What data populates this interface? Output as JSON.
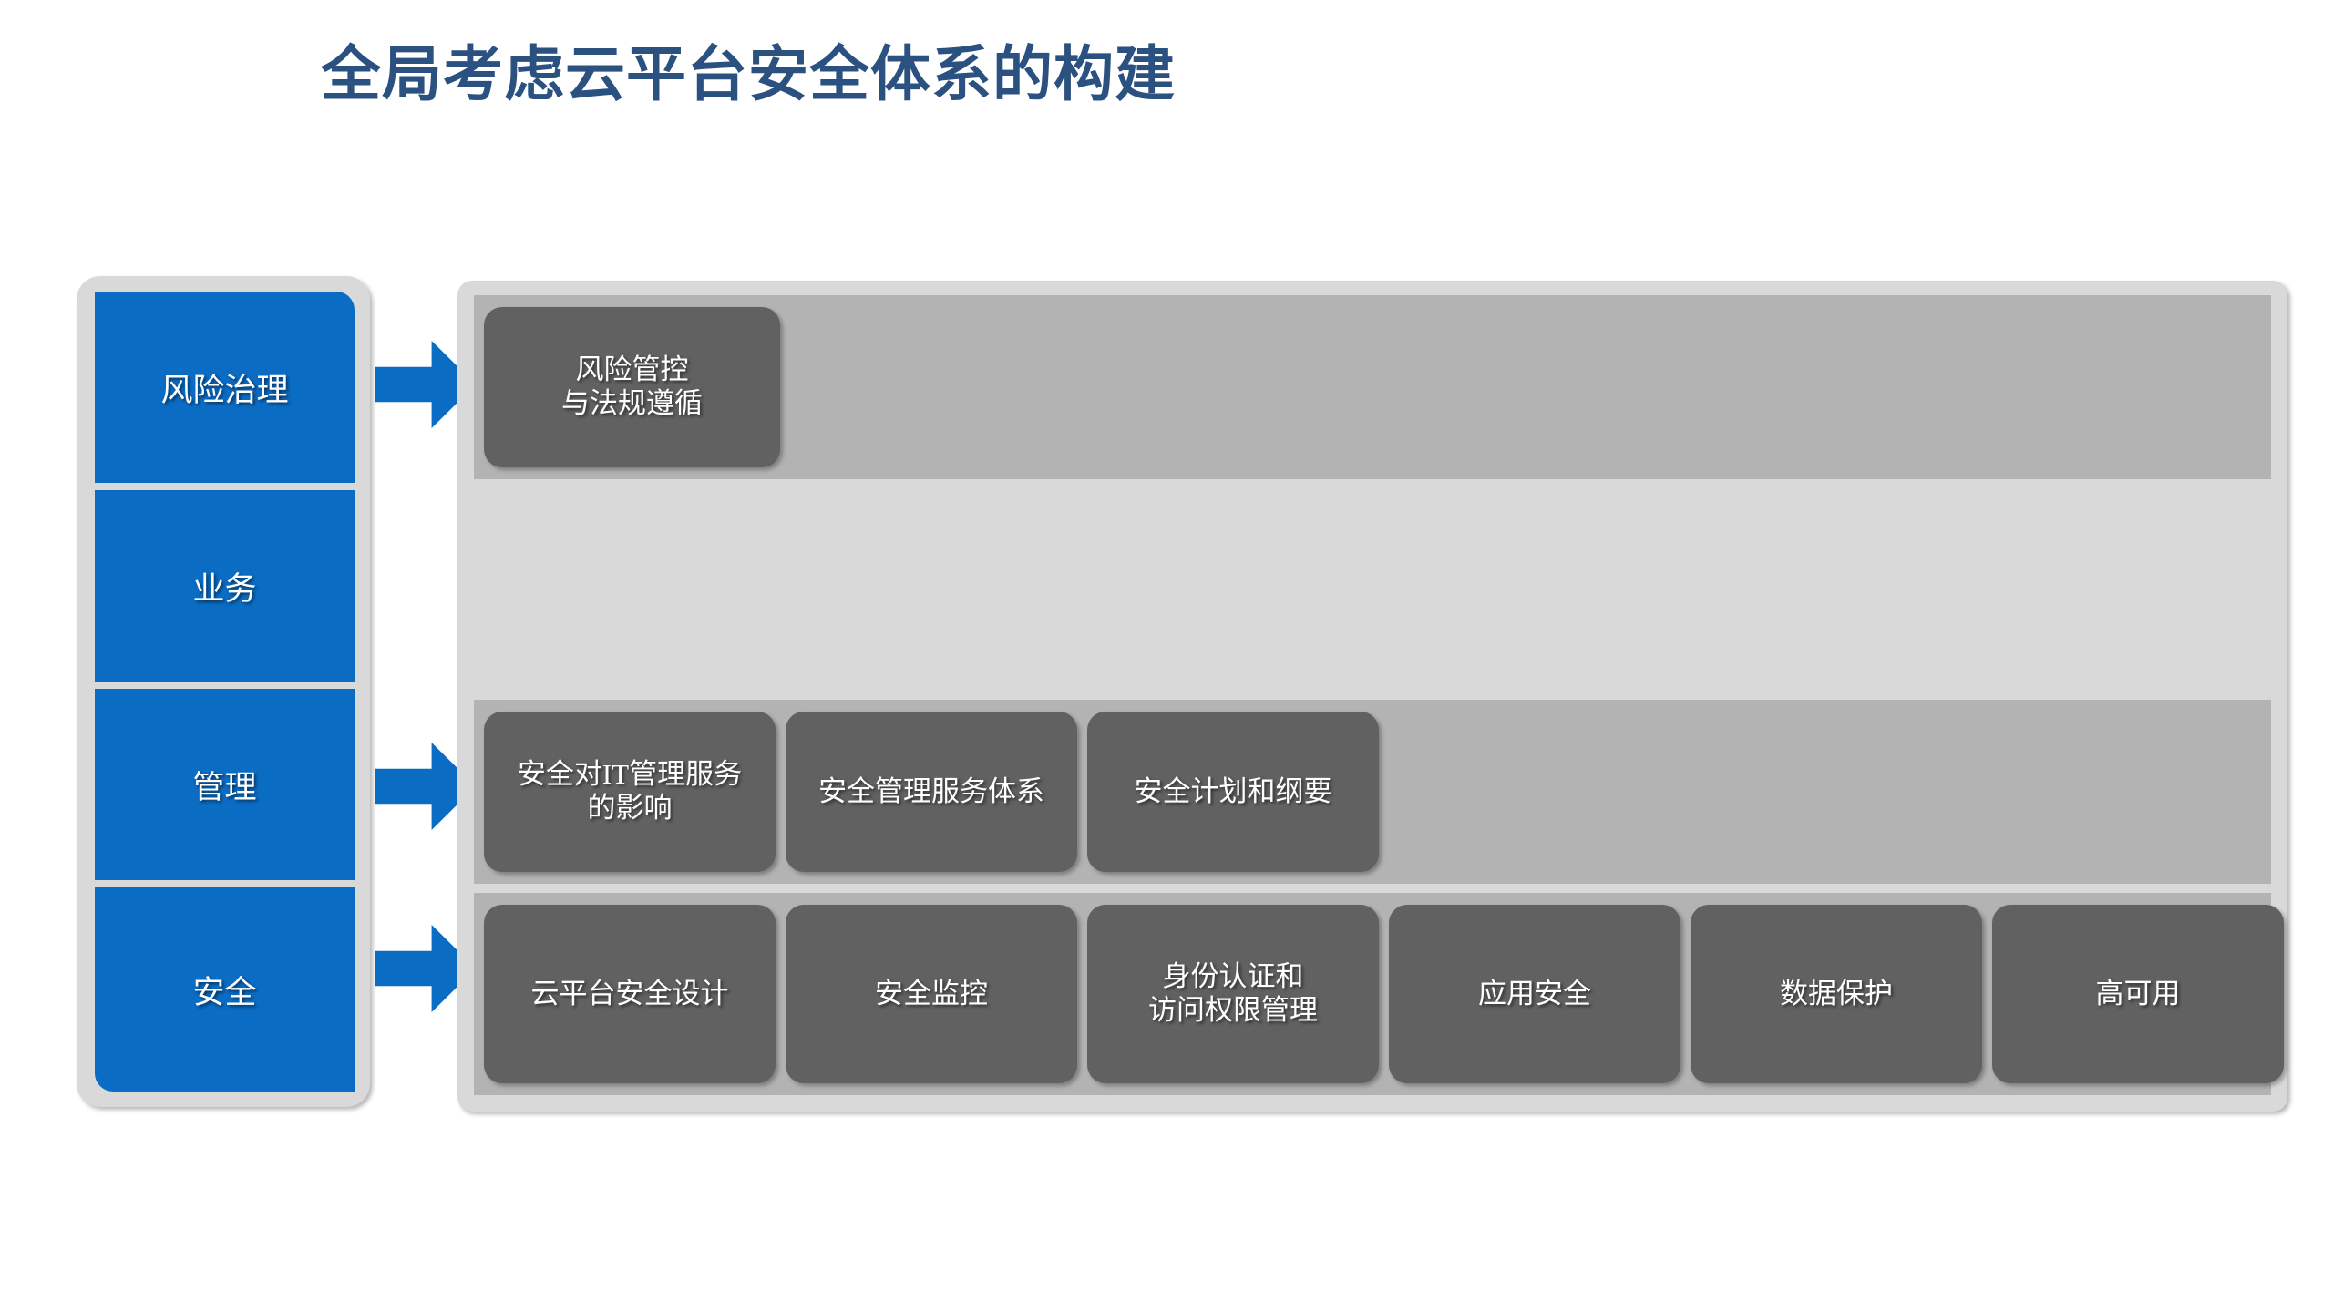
{
  "slide": {
    "title": "全局考虑云平台安全体系的构建",
    "title_color": "#2b5180",
    "accent_blue": "#0b6cc4",
    "tile_gray": "#616161",
    "band_gray": "#b3b3b3",
    "panel_gray": "#d9d9d9"
  },
  "stages": [
    {
      "id": "risk-governance",
      "label": "风险治理",
      "has_arrow": true
    },
    {
      "id": "business",
      "label": "业务",
      "has_arrow": false
    },
    {
      "id": "management",
      "label": "管理",
      "has_arrow": true
    },
    {
      "id": "security",
      "label": "安全",
      "has_arrow": true
    }
  ],
  "bands": {
    "risk": {
      "stage": "风险治理",
      "tiles": [
        {
          "label": "风险管控\n与法规遵循",
          "line1": "风险管控",
          "line2": "与法规遵循"
        }
      ]
    },
    "business": {
      "stage": "业务",
      "tiles": []
    },
    "management": {
      "stage": "管理",
      "tiles": [
        {
          "line1": "安全对IT管理服务",
          "line2": "的影响"
        },
        {
          "line1": "安全管理服务体系",
          "line2": ""
        },
        {
          "line1": "安全计划和纲要",
          "line2": ""
        }
      ]
    },
    "security": {
      "stage": "安全",
      "tiles": [
        {
          "line1": "云平台安全设计",
          "line2": ""
        },
        {
          "line1": "安全监控",
          "line2": ""
        },
        {
          "line1": "身份认证和",
          "line2": "访问权限管理"
        },
        {
          "line1": "应用安全",
          "line2": ""
        },
        {
          "line1": "数据保护",
          "line2": ""
        },
        {
          "line1": "高可用",
          "line2": ""
        }
      ]
    }
  },
  "icons": {
    "arrow": "right-arrow-icon"
  }
}
